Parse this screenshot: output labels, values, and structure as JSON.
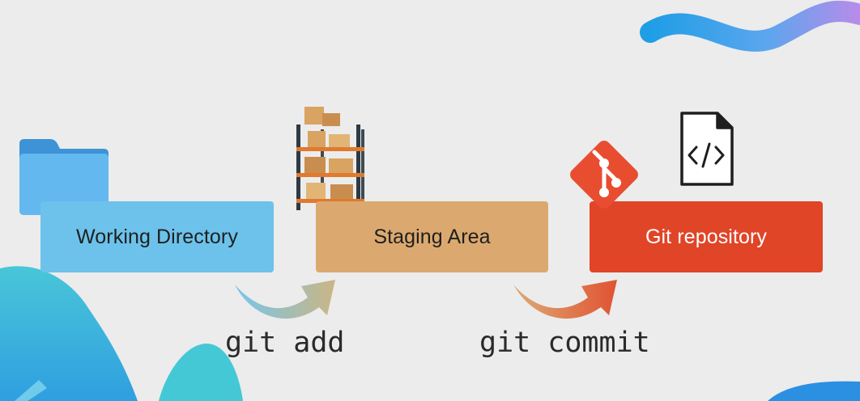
{
  "stages": {
    "working": {
      "label": "Working Directory",
      "color": "#6cc2ea"
    },
    "staging": {
      "label": "Staging Area",
      "color": "#dba96f"
    },
    "repo": {
      "label": "Git repository",
      "color": "#e04527"
    }
  },
  "commands": {
    "add": "git add",
    "commit": "git commit"
  },
  "icons": {
    "working": "folder-icon",
    "staging": "warehouse-shelf-icon",
    "repo": "git-logo-icon",
    "file": "code-file-icon"
  },
  "colors": {
    "background": "#ececec",
    "accent_blue": "#2aa8e8",
    "accent_purple": "#a88bef"
  }
}
